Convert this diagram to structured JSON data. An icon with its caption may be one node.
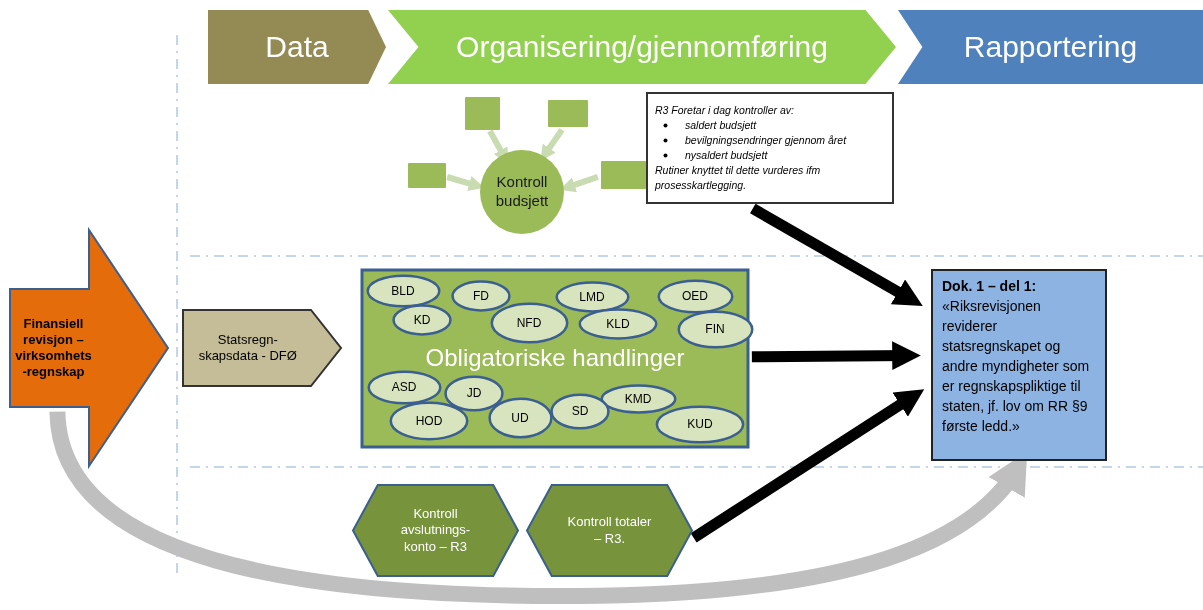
{
  "diagram": {
    "nodes": [
      {
        "text": [
          "Data"
        ]
      },
      {
        "text": [
          "Organisering/gjennomføring"
        ]
      },
      {
        "text": [
          "Rapportering"
        ]
      },
      {
        "text": [],
        "shape": "box"
      },
      {
        "text": [],
        "shape": "box"
      },
      {
        "text": [],
        "shape": "box"
      },
      {
        "text": [],
        "shape": "box"
      },
      {
        "text": [
          "Kontroll budsjett"
        ]
      },
      {
        "text": [
          "R3 Foretar i dag kontroller av:",
          "saldert budsjett",
          "bevilgningsendringer gjennom året",
          "nysaldert budsjett",
          "Rutiner knyttet til dette vurderes ifm prosesskartlegging."
        ]
      },
      {
        "text": [
          "Finansiell revisjon – virksomhets -regnskap"
        ]
      },
      {
        "text": [
          "Statsregn- skapsdata - DFØ"
        ]
      },
      {
        "text": [
          "Obligatoriske handlinger"
        ]
      },
      {
        "text": [
          "BLD"
        ],
        "in": 11
      },
      {
        "text": [
          "FD"
        ],
        "in": 11
      },
      {
        "text": [
          "LMD"
        ],
        "in": 11
      },
      {
        "text": [
          "OED"
        ],
        "in": 11
      },
      {
        "text": [
          "KD"
        ],
        "in": 11
      },
      {
        "text": [
          "NFD"
        ],
        "in": 11
      },
      {
        "text": [
          "KLD"
        ],
        "in": 11
      },
      {
        "text": [
          "FIN"
        ],
        "in": 11
      },
      {
        "text": [
          "ASD"
        ],
        "in": 11
      },
      {
        "text": [
          "JD"
        ],
        "in": 11
      },
      {
        "text": [
          "KMD"
        ],
        "in": 11
      },
      {
        "text": [
          "SD"
        ],
        "in": 11
      },
      {
        "text": [
          "HOD"
        ],
        "in": 11
      },
      {
        "text": [
          "UD"
        ],
        "in": 11
      },
      {
        "text": [
          "KUD"
        ],
        "in": 11
      },
      {
        "text": [
          "Dok. 1 – del 1:",
          "«Riksrevisjonen reviderer statsregnskapet og andre myndigheter som er regnskapspliktige til staten, jf. lov om RR §9 første ledd.»"
        ]
      },
      {
        "text": [
          "Kontroll avslutnings- konto – R3"
        ]
      },
      {
        "text": [
          "Kontroll totaler – R3."
        ]
      }
    ],
    "edges": [
      {
        "from": 3,
        "to": 7,
        "arrow": "to"
      },
      {
        "from": 4,
        "to": 7,
        "arrow": "to"
      },
      {
        "from": 5,
        "to": 7,
        "arrow": "to"
      },
      {
        "from": 6,
        "to": 7,
        "arrow": "to"
      },
      {
        "from": 8,
        "to": 27,
        "arrow": "to",
        "style": "thick",
        "color": "#000000"
      },
      {
        "from": 11,
        "to": 27,
        "arrow": "to",
        "style": "thick",
        "color": "#000000"
      },
      {
        "from": 29,
        "to": 27,
        "arrow": "to",
        "style": "thick",
        "color": "#000000"
      },
      {
        "from": 9,
        "to": 27,
        "arrow": "to",
        "style": "thick",
        "color": "#bfbfbf"
      }
    ]
  }
}
